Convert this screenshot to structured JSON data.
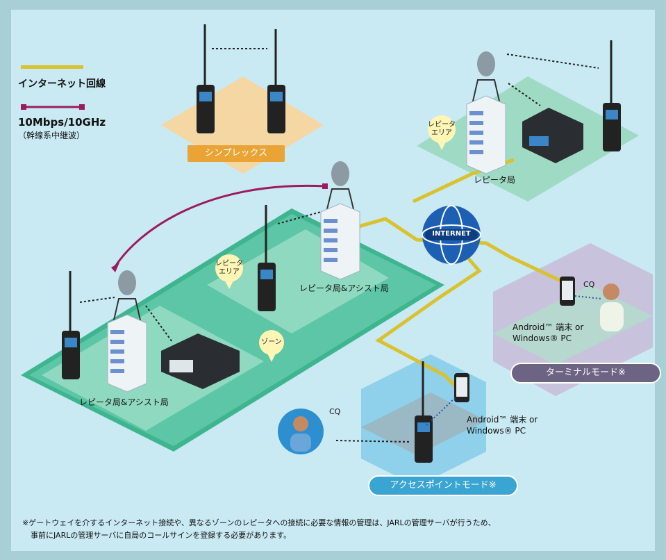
{
  "legend": {
    "internet_line": "インターネット回線",
    "microwave_line_1": "10Mbps/10GHz",
    "microwave_line_2": "（幹線系中継波）"
  },
  "colors": {
    "internet": "#d9c22e",
    "microwave": "#9c1a5e",
    "zone": "#5cc6a6",
    "simplex_area": "#f5d7a4",
    "terminal": "#6d6484",
    "access_point": "#3aa4d2"
  },
  "labels": {
    "simplex": "シンプレックス",
    "repeater_station_top": "レピータ局",
    "repeater_assist_center": "レピータ局&アシスト局",
    "repeater_assist_left": "レピータ局&アシスト局",
    "repeater_area_top_1": "レピータ",
    "repeater_area_top_2": "エリア",
    "repeater_area_center_1": "レピータ",
    "repeater_area_center_2": "エリア",
    "zone": "ゾーン",
    "internet": "INTERNET",
    "terminal_mode": "ターミナルモード※",
    "access_point_mode": "アクセスポイントモード※",
    "device_terminal_1": "Android™ 端末 or",
    "device_terminal_2": "Windows® PC",
    "device_ap_1": "Android™ 端末 or",
    "device_ap_2": "Windows® PC",
    "cq_terminal": "CQ",
    "cq_ap": "CQ"
  },
  "footnote": {
    "line1": "※ゲートウェイを介するインターネット接続や、異なるゾーンのレピータへの接続に必要な情報の管理は、JARLの管理サーバが行うため、",
    "line2": "事前にJARLの管理サーバに自局のコールサインを登録する必要があります。"
  },
  "icons": [
    "handheld-radio-icon",
    "antenna-tower-icon",
    "building-icon",
    "mobile-rig-icon",
    "base-station-rig-icon",
    "globe-icon",
    "smartphone-icon",
    "operator-person-icon"
  ]
}
